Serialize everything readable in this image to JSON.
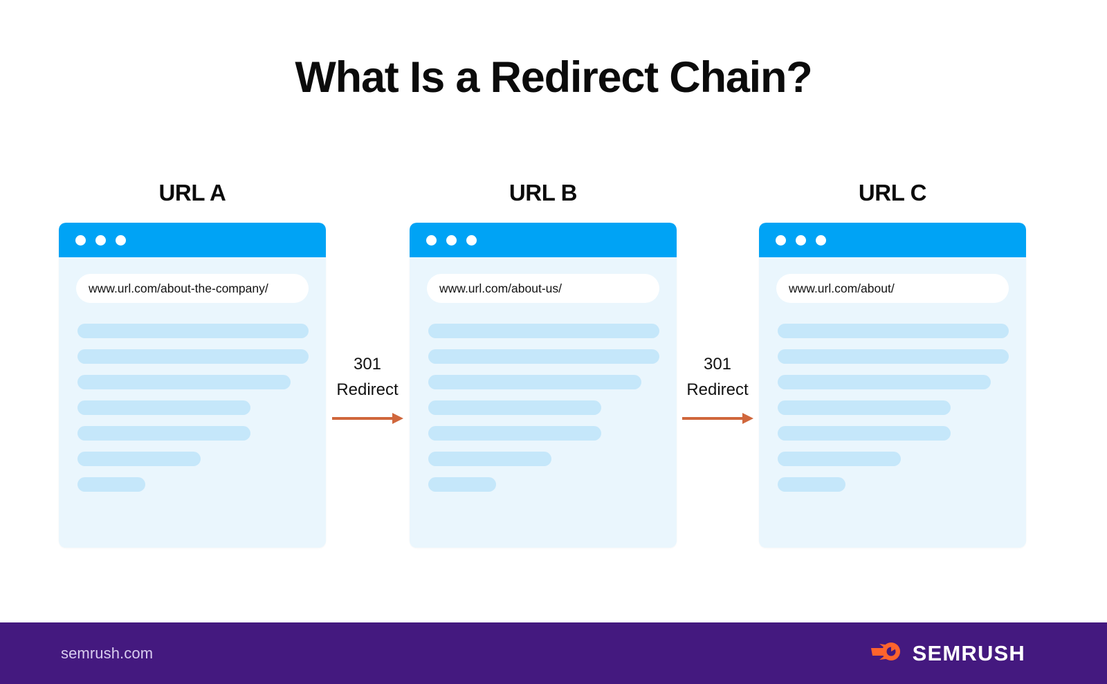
{
  "title": "What Is a Redirect Chain?",
  "colors": {
    "background": "#ffffff",
    "browser_bar": "#00a3f5",
    "card_body": "#eaf6fd",
    "skeleton_bar": "#c5e7fa",
    "arrow": "#d0673c",
    "footer_bg": "#44197f",
    "footer_text": "#d9cdf0",
    "brand_orange": "#ff642d",
    "title_text": "#0b0b0b"
  },
  "cards": [
    {
      "label": "URL A",
      "url": "www.url.com/about-the-company/",
      "dots": [
        "dot-1",
        "dot-2",
        "dot-3"
      ],
      "skeleton_widths": [
        "334px",
        "334px",
        "308px",
        "250px",
        "250px",
        "178px",
        "98px"
      ]
    },
    {
      "label": "URL B",
      "url": "www.url.com/about-us/",
      "dots": [
        "dot-1",
        "dot-2",
        "dot-3"
      ],
      "skeleton_widths": [
        "334px",
        "334px",
        "308px",
        "250px",
        "250px",
        "178px",
        "98px"
      ]
    },
    {
      "label": "URL C",
      "url": "www.url.com/about/",
      "dots": [
        "dot-1",
        "dot-2",
        "dot-3"
      ],
      "skeleton_widths": [
        "334px",
        "334px",
        "308px",
        "250px",
        "250px",
        "178px",
        "98px"
      ]
    }
  ],
  "connectors": [
    {
      "code": "301",
      "action": "Redirect",
      "label": "301\nRedirect",
      "arrow_icon": "arrow-right-icon"
    },
    {
      "code": "301",
      "action": "Redirect",
      "label": "301\nRedirect",
      "arrow_icon": "arrow-right-icon"
    }
  ],
  "footer": {
    "site": "semrush.com",
    "brand_name": "SEMRUSH",
    "brand_logo_icon": "semrush-comet-logo-icon"
  }
}
